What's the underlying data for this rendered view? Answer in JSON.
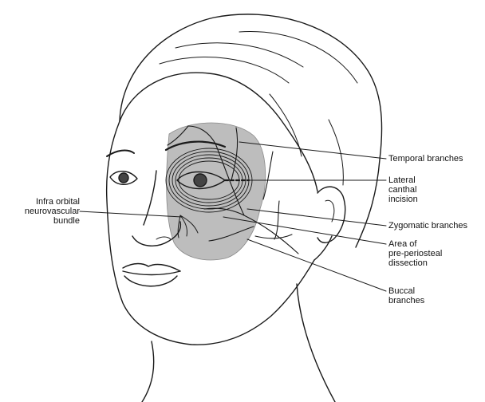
{
  "colors": {
    "line": "#1a1a1a",
    "dissection_fill": "#bdbdbd",
    "background": "#ffffff"
  },
  "labels": {
    "temporal": "Temporal branches",
    "lateral_canthal": "Lateral\ncanthal\nincision",
    "zygomatic": "Zygomatic branches",
    "pre_periosteal": "Area of\npre-periosteal\ndissection",
    "buccal": "Buccal\nbranches",
    "infra_orbital": "Infra orbital\nneurovascular\nbundle"
  }
}
